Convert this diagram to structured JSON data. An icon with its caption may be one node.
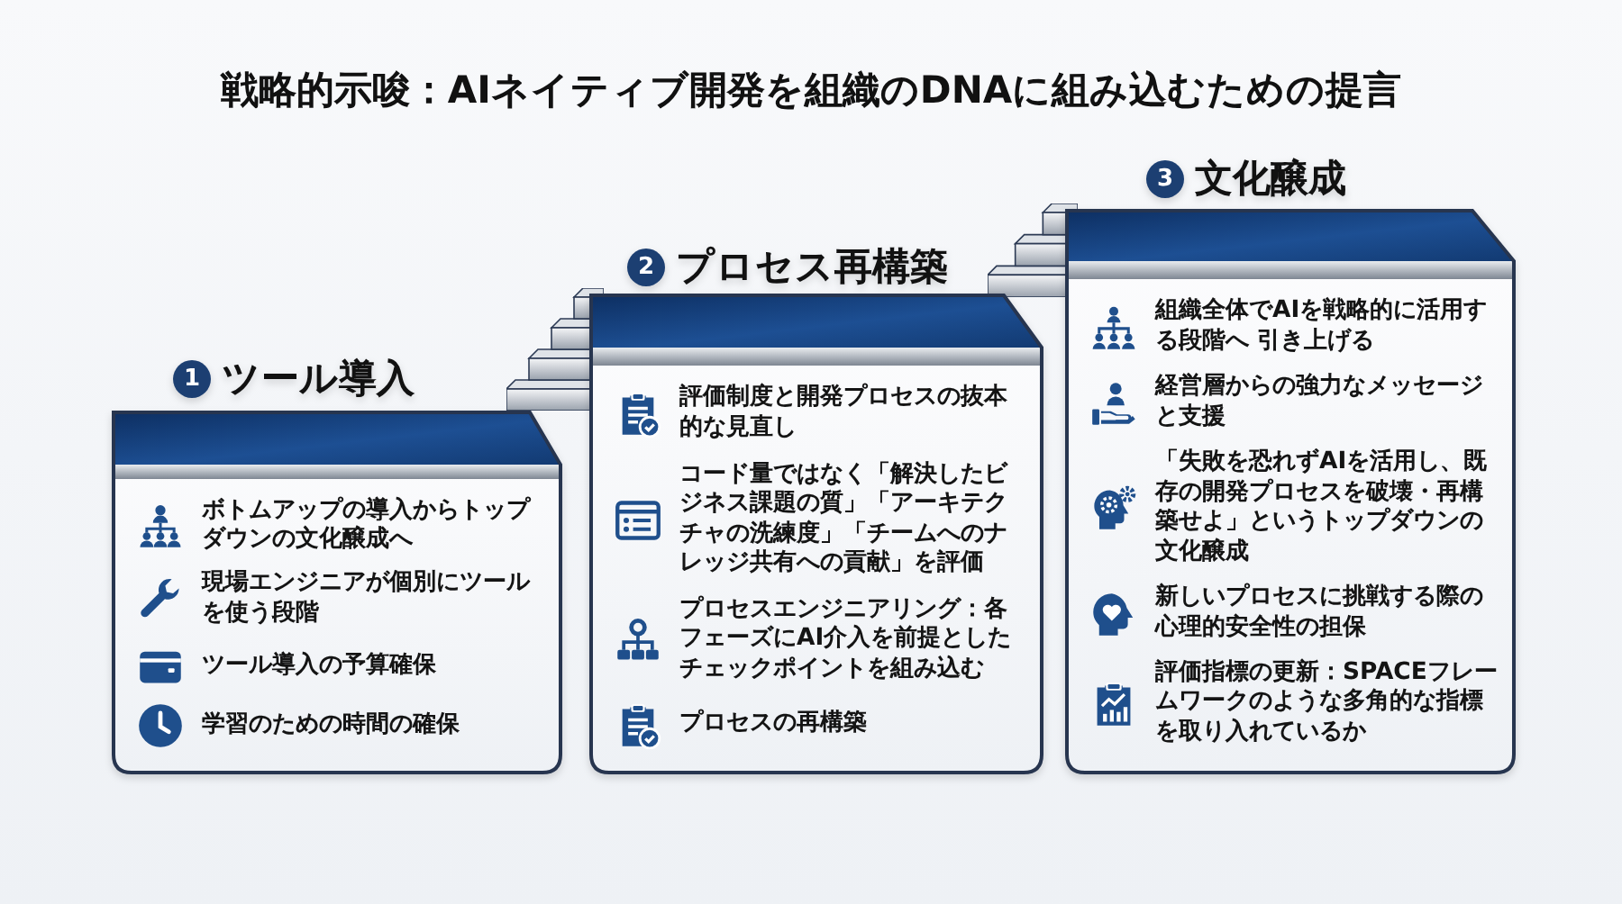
{
  "diagram": {
    "title": "戦略的示唆：AIネイティブ開発を組織のDNAに組み込むための提言",
    "nodes": [
      {
        "text": [
          "1",
          "ツール導入",
          "ボトムアップの導入からトップダウンの文化醸成へ",
          "現場エンジニアが個別にツールを使う段階",
          "ツール導入の予算確保",
          "学習のための時間の確保"
        ]
      },
      {
        "text": [
          "2",
          "プロセス再構築",
          "評価制度と開発プロセスの抜本的な見直し",
          "コード量ではなく「解決したビジネス課題の質」「アーキテクチャの洗練度」「チームへのナレッジ共有への貢献」を評価",
          "プロセスエンジニアリング：各フェーズにAI介入を前提としたチェックポイントを組み込む",
          "プロセスの再構築"
        ]
      },
      {
        "text": [
          "3",
          "文化醸成",
          "組織全体でAIを戦略的に活用する段階へ 引き上げる",
          "経営層からの強力なメッセージと支援",
          "「失敗を恐れずAIを活用し、既存の開発プロセスを破壊・再構築せよ」というトップダウンの文化醸成",
          "新しいプロセスに挑戦する際の心理的安全性の担保",
          "評価指標の更新：SPACEフレームワークのような多角的な指標を取り入れているか"
        ]
      }
    ]
  }
}
